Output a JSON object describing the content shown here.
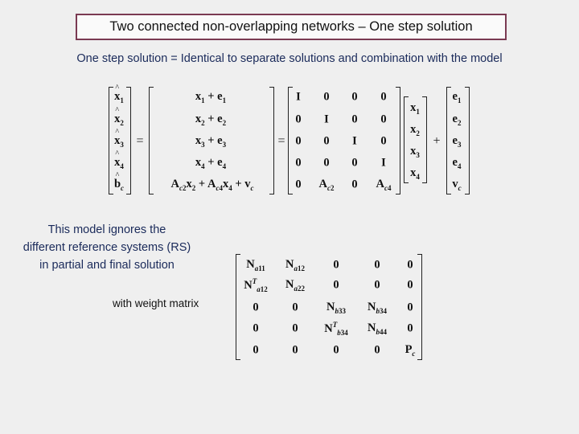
{
  "title": "Two connected non-overlapping networks – One step solution",
  "subtitle": "One step solution = Identical to separate solutions and combination with the model",
  "note": {
    "line1": "This model ignores the",
    "line2": "different reference systems (RS)",
    "line3": "in partial and final solution"
  },
  "weight_label": "with weight matrix",
  "eq1": {
    "lhs": [
      "x1",
      "x2",
      "x3",
      "x4",
      "bc"
    ],
    "mid": [
      "x1 + e1",
      "x2 + e2",
      "x3 + e3",
      "x4 + e4",
      "Ac2x2 + Ac4x4 + vc"
    ],
    "design_matrix": [
      [
        "I",
        "0",
        "0",
        "0"
      ],
      [
        "0",
        "I",
        "0",
        "0"
      ],
      [
        "0",
        "0",
        "I",
        "0"
      ],
      [
        "0",
        "0",
        "0",
        "I"
      ],
      [
        "0",
        "Ac2",
        "0",
        "Ac4"
      ]
    ],
    "unknowns": [
      "x1",
      "x2",
      "x3",
      "x4"
    ],
    "errors": [
      "e1",
      "e2",
      "e3",
      "e4",
      "vc"
    ]
  },
  "eq2": {
    "matrix": [
      [
        "Na11",
        "Na12",
        "0",
        "0",
        "0"
      ],
      [
        "NTa12",
        "Na22",
        "0",
        "0",
        "0"
      ],
      [
        "0",
        "0",
        "Nb33",
        "Nb34",
        "0"
      ],
      [
        "0",
        "0",
        "NTb34",
        "Nb44",
        "0"
      ],
      [
        "0",
        "0",
        "0",
        "0",
        "Pc"
      ]
    ]
  }
}
